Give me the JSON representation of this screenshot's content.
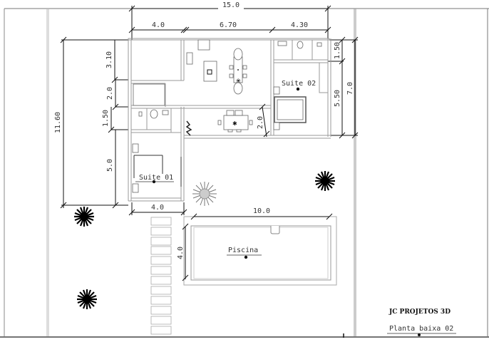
{
  "drawing": {
    "company": "JC PROJETOS 3D",
    "sheet_title": "Planta baixa 02",
    "colors": {
      "line": "#111111",
      "wall": "#9a9a9a",
      "background": "#ffffff"
    }
  },
  "dimensions": {
    "top_total": "15.0",
    "top_segments": [
      "4.0",
      "6.70",
      "4.30"
    ],
    "left_total": "11.60",
    "left_segments": [
      "3.10",
      "2.0",
      "1.50",
      "5.0"
    ],
    "right_segments": [
      "1.50",
      "5.50"
    ],
    "right_total": "7.0",
    "dining_depth": "2.0",
    "suite01_width": "4.0",
    "pool_length": "10.0",
    "pool_width": "4.0"
  },
  "rooms": {
    "suite01": "Suite 01",
    "suite02": "Suite 02",
    "pool": "Piscina"
  }
}
